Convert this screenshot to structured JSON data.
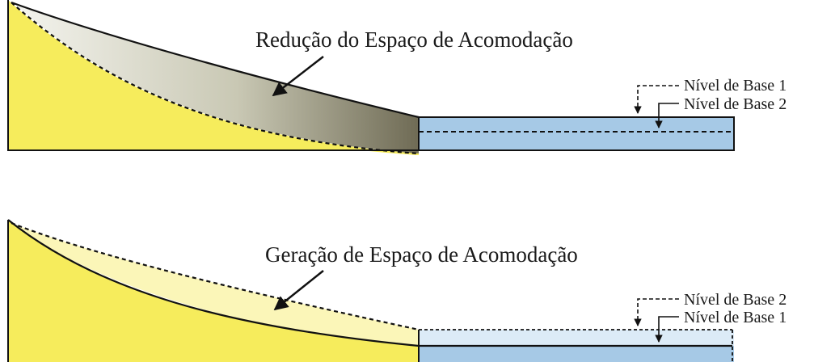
{
  "top_panel": {
    "title": "Redução do Espaço de Acomodação",
    "legend_dashed": "Nível de Base 1",
    "legend_solid": "Nível de Base 2"
  },
  "bottom_panel": {
    "title": "Geração de Espaço de Acomodação",
    "legend_dashed": "Nível de Base 2",
    "legend_solid": "Nível de Base 1"
  },
  "colors": {
    "land": "#f6ec5c",
    "water": "#a6c9e6",
    "water_light": "#dcebf7",
    "reduction_dark": "#7b7760",
    "reduction_light": "#e9e9de",
    "generation_fill": "#fbf6b8",
    "outline": "#111111"
  }
}
